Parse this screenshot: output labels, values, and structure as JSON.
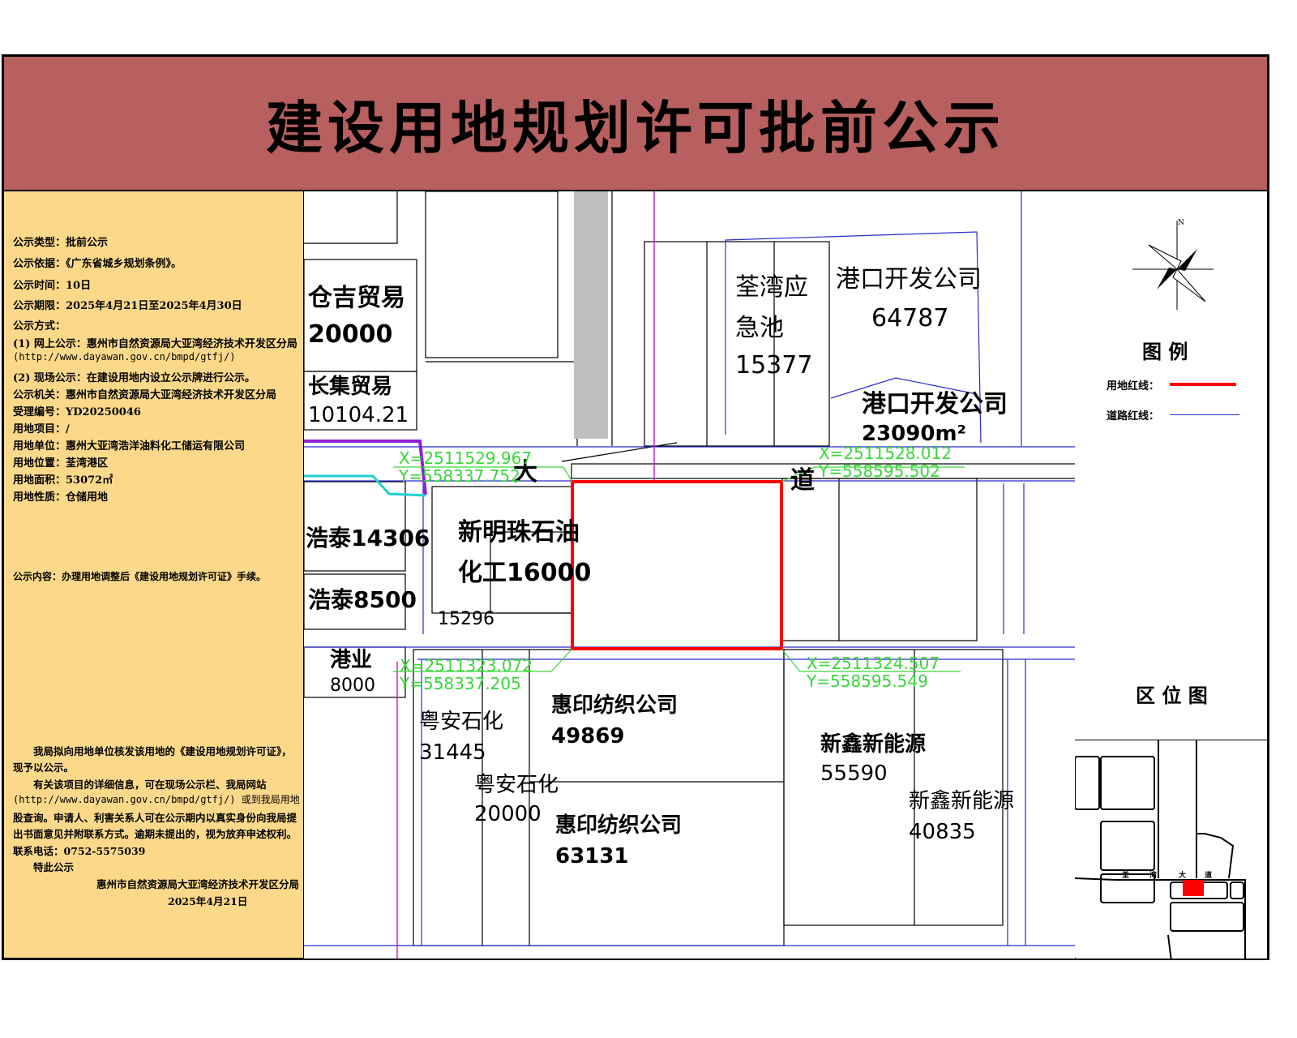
{
  "title": "建设用地规划许可批前公示",
  "info": {
    "lines": [
      "公示类型：批前公示",
      "公示依据：《广东省城乡规划条例》。",
      "公示时间：10日",
      "公示期限：2025年4月21日至2025年4月30日",
      "公示方式：",
      "(1) 网上公示：惠州市自然资源局大亚湾经济技术开发区分局",
      "(http://www.dayawan.gov.cn/bmpd/gtfj/)",
      "(2) 现场公示：在建设用地内设立公示牌进行公示。",
      "公示机关：惠州市自然资源局大亚湾经济技术开发区分局",
      "受理编号：YD20250046",
      "用地项目：/",
      "用地单位：惠州大亚湾浩洋油料化工储运有限公司",
      "用地位置：荃湾港区",
      "用地面积：53072㎡",
      "用地性质：仓储用地"
    ],
    "content": "公示内容：办理用地调整后《建设用地规划许可证》手续。",
    "notice": [
      "　　我局拟向用地单位核发该用地的《建设用地规划许可证》，",
      "现予以公示。",
      "　　有关该项目的详细信息，可在现场公示栏、我局网站",
      "(http://www.dayawan.gov.cn/bmpd/gtfj/) 或到我局用地",
      "股查询。申请人、利害关系人可在公示期内以真实身份向我局提",
      "出书面意见并附联系方式。逾期未提出的，视为放弃申述权利。",
      "联系电话：0752-5575039",
      "　　特此公示"
    ],
    "signature": "惠州市自然资源局大亚湾经济技术开发区分局",
    "date": "2025年4月21日"
  },
  "map": {
    "parcels": [
      {
        "name": "仓吉贸易",
        "area": "20000"
      },
      {
        "name": "长集贸易",
        "area": "10104.21"
      },
      {
        "name": "浩泰14306"
      },
      {
        "name": "浩泰8500"
      },
      {
        "name": "港业",
        "area": "8000"
      },
      {
        "name": "新明珠石油",
        "name2": "化工16000",
        "area": "15296"
      },
      {
        "name": "荃湾应",
        "name2": "急池",
        "area": "15377"
      },
      {
        "name": "港口开发公司",
        "area": "64787"
      },
      {
        "name": "港口开发公司",
        "area": "23090m²"
      },
      {
        "name": "粤安石化",
        "area": "31445"
      },
      {
        "name": "惠印纺织公司",
        "area": "49869"
      },
      {
        "name": "粤安石化",
        "area": "20000"
      },
      {
        "name": "惠印纺织公司",
        "area": "63131"
      },
      {
        "name": "新鑫新能源",
        "area": "55590"
      },
      {
        "name": "新鑫新能源",
        "area": "40835"
      }
    ],
    "road_chars": [
      "大",
      "道"
    ],
    "coordinates": [
      {
        "x": "X=2511529.967",
        "y": "Y=558337.752"
      },
      {
        "x": "X=2511528.012",
        "y": "Y=558595.502"
      },
      {
        "x": "X=2511323.072",
        "y": "Y=558337.205"
      },
      {
        "x": "X=2511324.507",
        "y": "Y=558595.549"
      }
    ],
    "site_color": "#ff0000"
  },
  "legend": {
    "north": "N",
    "title": "图 例",
    "items": [
      {
        "label": "用地红线：",
        "color": "#ff0000"
      },
      {
        "label": "道路红线：",
        "color": "#2b2bcc"
      }
    ],
    "location_title": "区 位 图",
    "location_road": [
      "荃",
      "湾",
      "大",
      "道"
    ]
  },
  "colors": {
    "title_band": "#b85f5f",
    "info_panel": "#fcd98a"
  }
}
